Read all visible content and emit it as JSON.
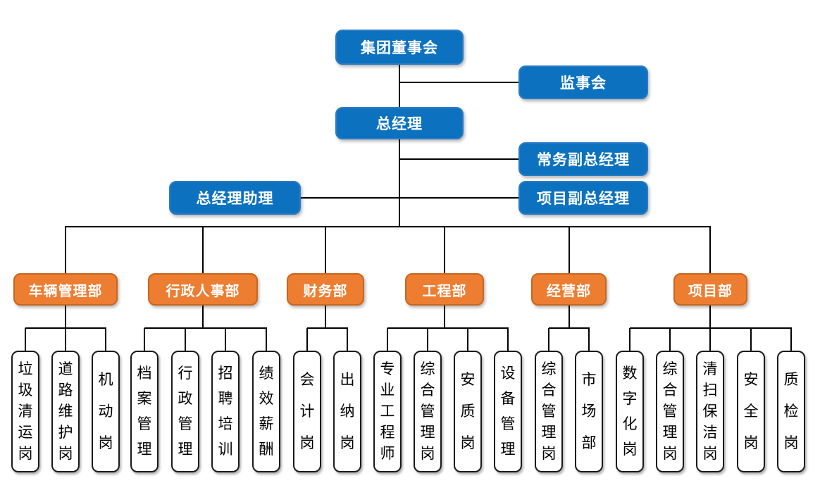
{
  "nodes": {
    "board": {
      "label": "集团董事会"
    },
    "supervisory": {
      "label": "监事会"
    },
    "general_manager": {
      "label": "总经理"
    },
    "executive_deputy_gm": {
      "label": "常务副总经理"
    },
    "gm_assistant": {
      "label": "总经理助理"
    },
    "project_deputy_gm": {
      "label": "项目副总经理"
    }
  },
  "departments": [
    {
      "label": "车辆管理部",
      "positions": [
        "垃圾清运岗",
        "道路维护岗",
        "机动岗"
      ]
    },
    {
      "label": "行政人事部",
      "positions": [
        "档案管理",
        "行政管理",
        "招聘培训",
        "绩效薪酬"
      ]
    },
    {
      "label": "财务部",
      "positions": [
        "会计岗",
        "出纳岗"
      ]
    },
    {
      "label": "工程部",
      "positions": [
        "专业工程师",
        "综合管理岗",
        "安质岗",
        "设备管理"
      ]
    },
    {
      "label": "经营部",
      "positions": [
        "综合管理岗",
        "市场部"
      ]
    },
    {
      "label": "项目部",
      "positions": [
        "数字化岗",
        "综合管理岗",
        "清扫保洁岗",
        "安全岗",
        "质检岗"
      ]
    }
  ],
  "colors": {
    "exec_fill": "#0C72C0",
    "exec_border": "#2B7BC4",
    "dept_fill": "#ED7D31",
    "dept_border": "#C9661F",
    "pos_fill": "#FFFFFF",
    "pos_border": "#1A1A1A",
    "line": "#000000",
    "background": "#FFFFFF"
  }
}
